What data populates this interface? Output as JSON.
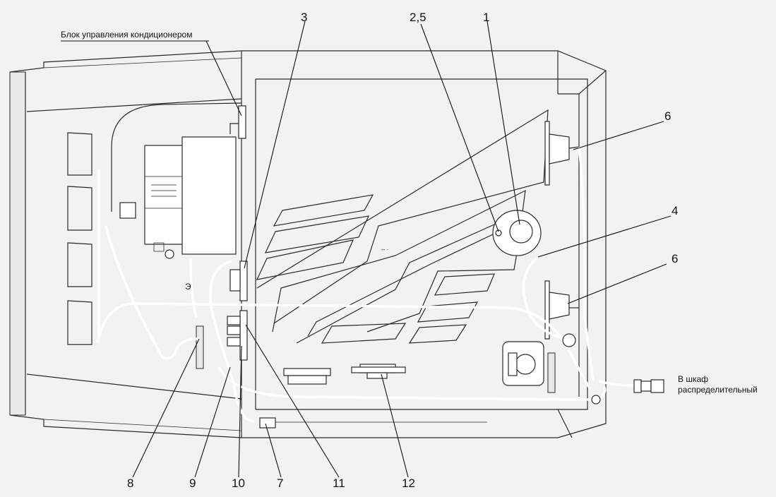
{
  "callouts": {
    "c1": "1",
    "c2_5": "2,5",
    "c3": "3",
    "c4": "4",
    "c6a": "6",
    "c6b": "6",
    "c7": "7",
    "c8": "8",
    "c9": "9",
    "c10": "10",
    "c11": "11",
    "c12": "12"
  },
  "labels": {
    "ac_block": "Блок управления кондиционером",
    "cabinet_line1": "В шкаф",
    "cabinet_line2": "распределительный",
    "marker_e": "Э"
  }
}
